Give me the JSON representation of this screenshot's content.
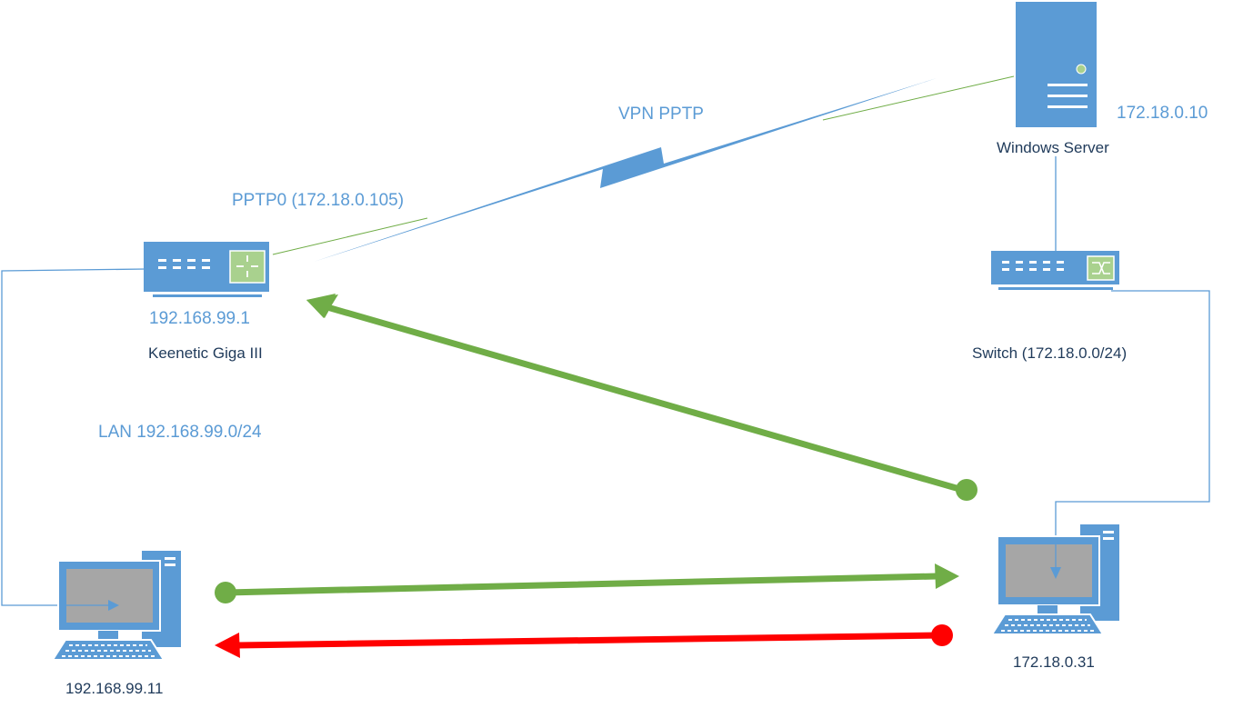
{
  "labels": {
    "vpn": "VPN PPTP",
    "pptp_iface": "PPTP0 (172.18.0.105)",
    "server_ip": "172.18.0.10",
    "server_name": "Windows Server",
    "router_ip": "192.168.99.1",
    "router_name": "Keenetic Giga III",
    "switch_name": "Switch (172.18.0.0/24)",
    "lan": "LAN 192.168.99.0/24",
    "pc_left_ip": "192.168.99.11",
    "pc_right_ip": "172.18.0.31"
  },
  "colors": {
    "device_blue": "#5b9bd5",
    "link_blue": "#5b9bd5",
    "vpn_thin": "#70ad47",
    "arrow_green": "#70ad47",
    "arrow_red": "#ff0000",
    "label_blue": "#5b9bd5",
    "label_dark": "#1f3a5a"
  },
  "devices": [
    {
      "name": "Windows Server",
      "icon": "server-icon"
    },
    {
      "name": "Keenetic Giga III",
      "icon": "router-icon"
    },
    {
      "name": "Switch",
      "icon": "switch-icon"
    },
    {
      "name": "192.168.99.11",
      "icon": "workstation-icon"
    },
    {
      "name": "172.18.0.31",
      "icon": "workstation-icon"
    }
  ]
}
